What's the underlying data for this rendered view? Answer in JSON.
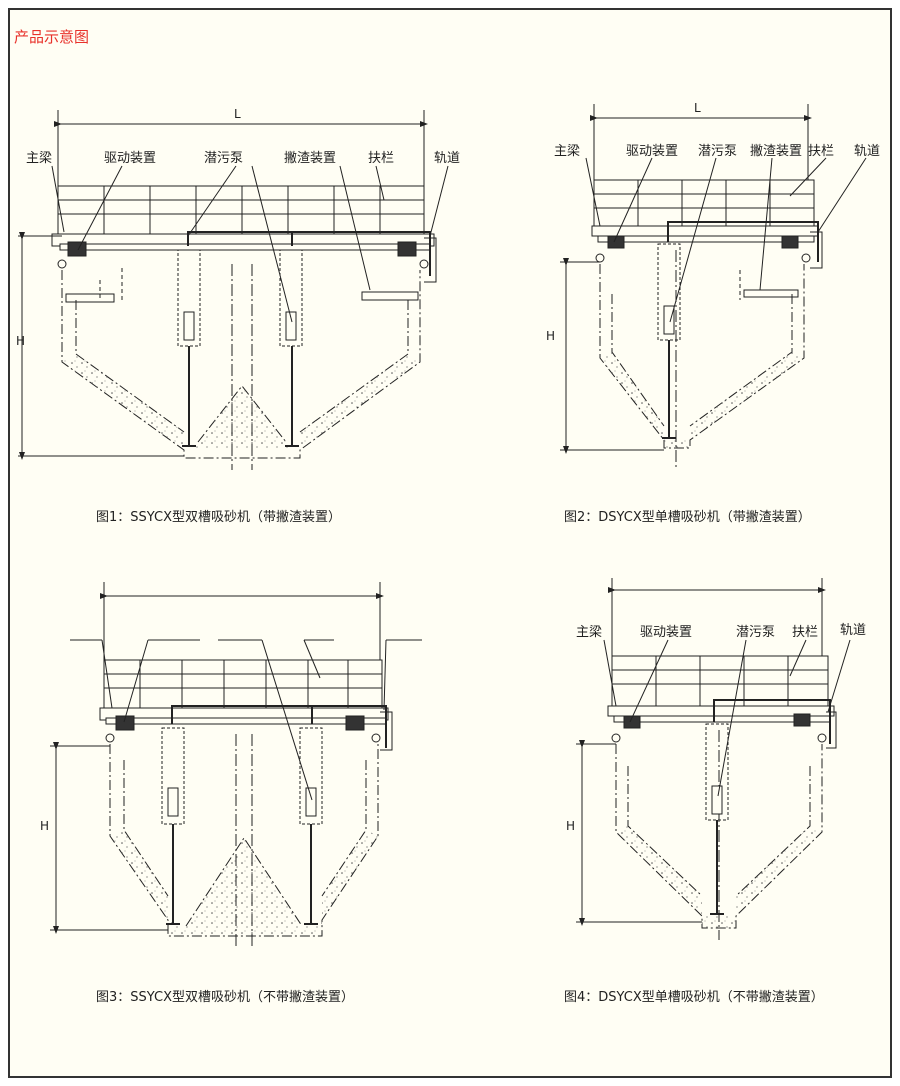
{
  "header": {
    "title": "产品示意图"
  },
  "dimension_labels": {
    "length": "L",
    "height": "H"
  },
  "figures": [
    {
      "caption": "图1：SSYCX型双槽吸砂机（带撇渣装置）",
      "labels": [
        "主梁",
        "驱动装置",
        "潜污泵",
        "撇渣装置",
        "扶栏",
        "轨道"
      ]
    },
    {
      "caption": "图2：DSYCX型单槽吸砂机（带撇渣装置）",
      "labels": [
        "主梁",
        "驱动装置",
        "潜污泵",
        "撇渣装置",
        "扶栏",
        "轨道"
      ]
    },
    {
      "caption": "图3：SSYCX型双槽吸砂机（不带撇渣装置）",
      "labels": []
    },
    {
      "caption": "图4：DSYCX型单槽吸砂机（不带撇渣装置）",
      "labels": [
        "主梁",
        "驱动装置",
        "潜污泵",
        "扶栏",
        "轨道"
      ]
    }
  ],
  "colors": {
    "title": "#e8322b",
    "frame": "#333333",
    "background": "#fffef4",
    "stroke": "#222222"
  }
}
